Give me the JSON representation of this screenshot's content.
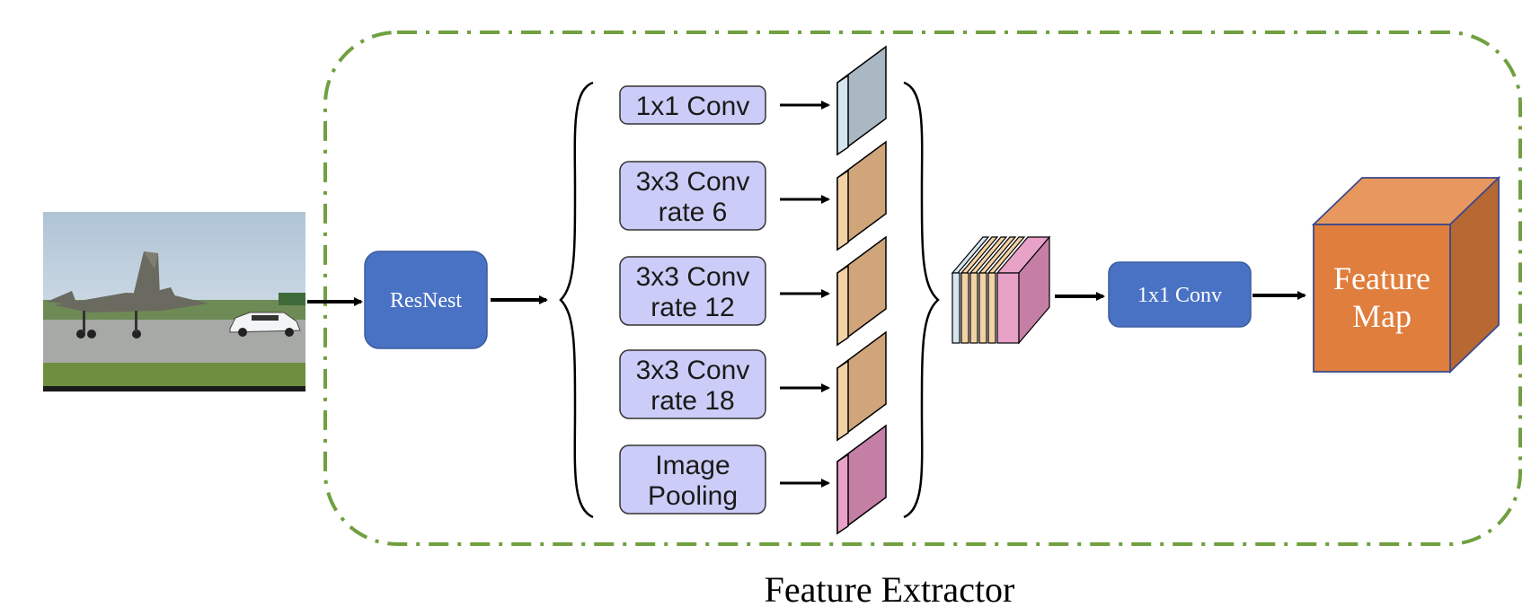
{
  "input_image": {
    "kind": "photo-airplane-runway"
  },
  "backbone": {
    "label": "ResNest",
    "color": "#4A72C4"
  },
  "aspp": {
    "branches": [
      {
        "lines": [
          "1x1 Conv"
        ],
        "feature_color": "#A9B8C3",
        "feature_side": "#D6E6F0"
      },
      {
        "lines": [
          "3x3 Conv",
          "rate 6"
        ],
        "feature_color": "#D0A57A",
        "feature_side": "#F3D2A6"
      },
      {
        "lines": [
          "3x3 Conv",
          "rate 12"
        ],
        "feature_color": "#D0A57A",
        "feature_side": "#F3D2A6"
      },
      {
        "lines": [
          "3x3 Conv",
          "rate 18"
        ],
        "feature_color": "#D0A57A",
        "feature_side": "#F3D2A6"
      },
      {
        "lines": [
          "Image",
          "Pooling"
        ],
        "feature_color": "#C57FA5",
        "feature_side": "#E8A2C8"
      }
    ],
    "box_fill": "#CCCCF8"
  },
  "final_conv": {
    "label": "1x1 Conv",
    "color": "#4A72C4"
  },
  "output": {
    "lines": [
      "Feature",
      "Map"
    ],
    "front": "#E07E3D",
    "top": "#E8985E",
    "side": "#B86833"
  },
  "region_border_color": "#70A040",
  "caption": "Feature Extractor"
}
